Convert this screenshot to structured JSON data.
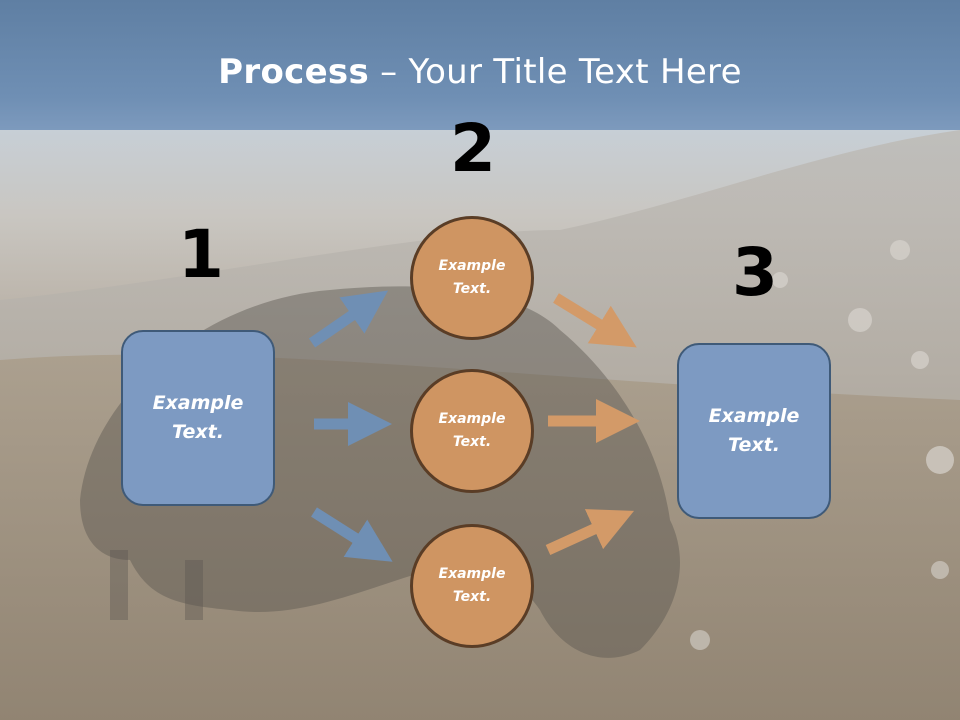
{
  "title": {
    "bold": "Process",
    "rest": " – Your Title Text Here"
  },
  "steps": [
    {
      "number": "1",
      "box": {
        "line1": "Example",
        "line2": "Text."
      }
    },
    {
      "number": "2",
      "circles": [
        {
          "line1": "Example",
          "line2": "Text."
        },
        {
          "line1": "Example",
          "line2": "Text."
        },
        {
          "line1": "Example",
          "line2": "Text."
        }
      ]
    },
    {
      "number": "3",
      "box": {
        "line1": "Example",
        "line2": "Text."
      }
    }
  ],
  "colors": {
    "banner": "#6f8fb4",
    "box": "#7d9ac2",
    "circle": "#cf9562",
    "arrow_blue": "#6f8fb4",
    "arrow_orange": "#d39a68"
  }
}
